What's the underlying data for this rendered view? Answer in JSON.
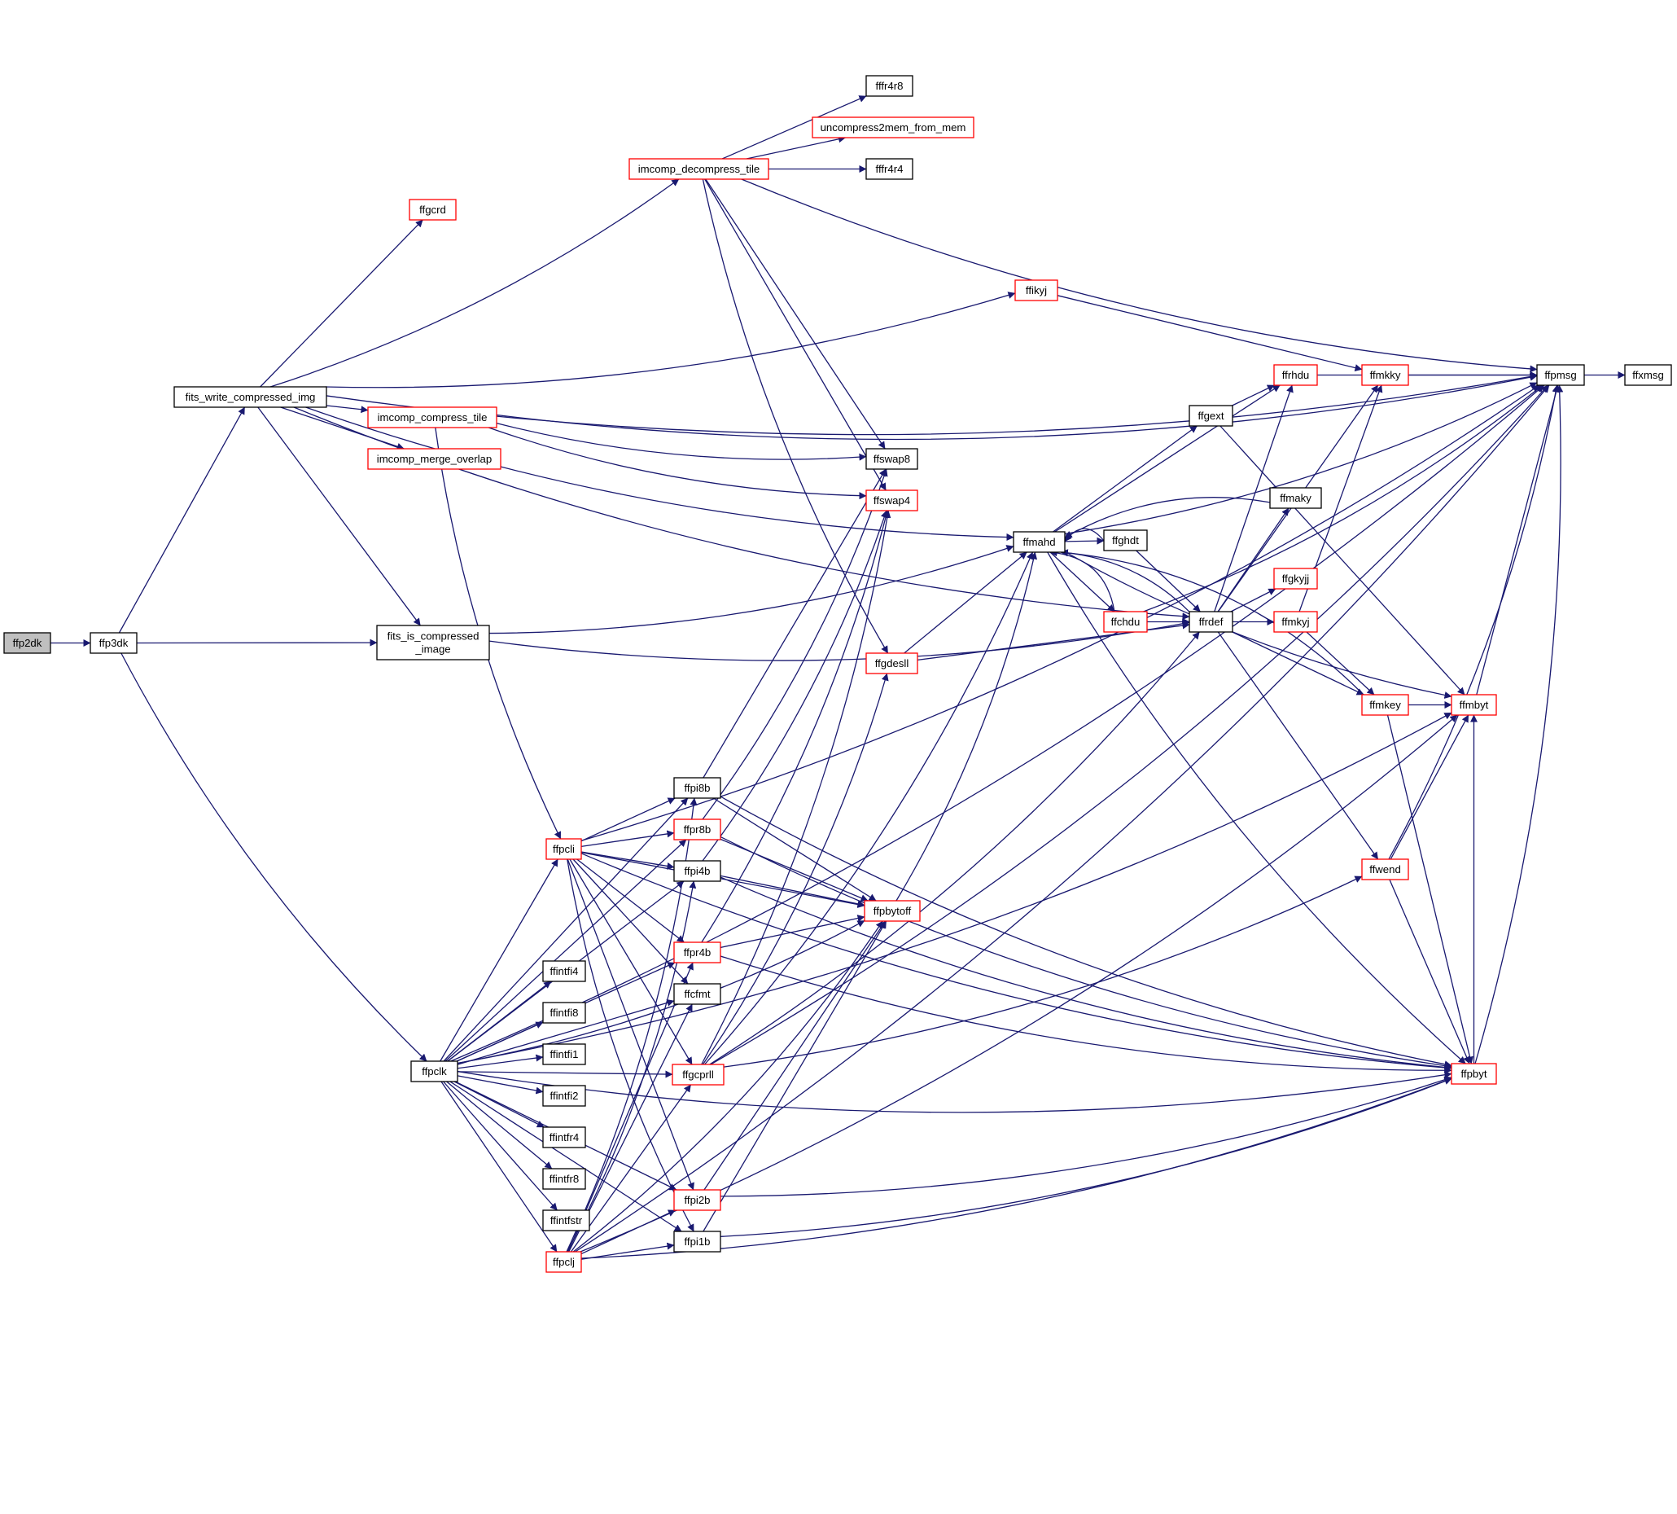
{
  "colors": {
    "edge": "#191970",
    "arrowhead": "#191970",
    "node_border_default": "#000000",
    "node_border_highlight": "#ff0000",
    "root_fill": "#bfbfbf",
    "node_fill": "#ffffff",
    "background": "#ffffff"
  },
  "nodes": [
    {
      "id": "ffp2dk",
      "label": "ffp2dk",
      "style": "root"
    },
    {
      "id": "ffp3dk",
      "label": "ffp3dk",
      "style": "plain"
    },
    {
      "id": "fits_write_compressed_img",
      "label": "fits_write_compressed_img",
      "style": "plain"
    },
    {
      "id": "fits_is_compressed_image",
      "label": "fits_is_compressed\n_image",
      "style": "plain"
    },
    {
      "id": "ffpclk",
      "label": "ffpclk",
      "style": "plain"
    },
    {
      "id": "ffgcrd",
      "label": "ffgcrd",
      "style": "red"
    },
    {
      "id": "imcomp_decompress_tile",
      "label": "imcomp_decompress_tile",
      "style": "red"
    },
    {
      "id": "fffr4r8",
      "label": "fffr4r8",
      "style": "plain"
    },
    {
      "id": "uncompress2mem_from_mem",
      "label": "uncompress2mem_from_mem",
      "style": "red"
    },
    {
      "id": "fffr4r4",
      "label": "fffr4r4",
      "style": "plain"
    },
    {
      "id": "ffikyj",
      "label": "ffikyj",
      "style": "red"
    },
    {
      "id": "imcomp_compress_tile",
      "label": "imcomp_compress_tile",
      "style": "red"
    },
    {
      "id": "imcomp_merge_overlap",
      "label": "imcomp_merge_overlap",
      "style": "red"
    },
    {
      "id": "ffswap8",
      "label": "ffswap8",
      "style": "plain"
    },
    {
      "id": "ffswap4",
      "label": "ffswap4",
      "style": "red"
    },
    {
      "id": "ffmahd",
      "label": "ffmahd",
      "style": "plain"
    },
    {
      "id": "ffgdesll",
      "label": "ffgdesll",
      "style": "red"
    },
    {
      "id": "ffpcli",
      "label": "ffpcli",
      "style": "red"
    },
    {
      "id": "ffpi8b",
      "label": "ffpi8b",
      "style": "plain"
    },
    {
      "id": "ffpr8b",
      "label": "ffpr8b",
      "style": "red"
    },
    {
      "id": "ffpi4b",
      "label": "ffpi4b",
      "style": "plain"
    },
    {
      "id": "ffpbytoff",
      "label": "ffpbytoff",
      "style": "red"
    },
    {
      "id": "ffpr4b",
      "label": "ffpr4b",
      "style": "red"
    },
    {
      "id": "ffintfi4",
      "label": "ffintfi4",
      "style": "plain"
    },
    {
      "id": "ffcfmt",
      "label": "ffcfmt",
      "style": "plain"
    },
    {
      "id": "ffintfi8",
      "label": "ffintfi8",
      "style": "plain"
    },
    {
      "id": "ffintfi1",
      "label": "ffintfi1",
      "style": "plain"
    },
    {
      "id": "ffgcprll",
      "label": "ffgcprll",
      "style": "red"
    },
    {
      "id": "ffintfi2",
      "label": "ffintfi2",
      "style": "plain"
    },
    {
      "id": "ffintfr4",
      "label": "ffintfr4",
      "style": "plain"
    },
    {
      "id": "ffintfr8",
      "label": "ffintfr8",
      "style": "plain"
    },
    {
      "id": "ffintfstr",
      "label": "ffintfstr",
      "style": "plain"
    },
    {
      "id": "ffpi2b",
      "label": "ffpi2b",
      "style": "red"
    },
    {
      "id": "ffpclj",
      "label": "ffpclj",
      "style": "red"
    },
    {
      "id": "ffpi1b",
      "label": "ffpi1b",
      "style": "plain"
    },
    {
      "id": "ffghdt",
      "label": "ffghdt",
      "style": "plain"
    },
    {
      "id": "ffchdu",
      "label": "ffchdu",
      "style": "red"
    },
    {
      "id": "ffrdef",
      "label": "ffrdef",
      "style": "plain"
    },
    {
      "id": "ffgext",
      "label": "ffgext",
      "style": "plain"
    },
    {
      "id": "ffrhdu",
      "label": "ffrhdu",
      "style": "red"
    },
    {
      "id": "ffmaky",
      "label": "ffmaky",
      "style": "plain"
    },
    {
      "id": "ffgkyjj",
      "label": "ffgkyjj",
      "style": "red"
    },
    {
      "id": "ffmkyj",
      "label": "ffmkyj",
      "style": "red"
    },
    {
      "id": "ffmkky",
      "label": "ffmkky",
      "style": "red"
    },
    {
      "id": "ffmkey",
      "label": "ffmkey",
      "style": "red"
    },
    {
      "id": "ffmbyt",
      "label": "ffmbyt",
      "style": "red"
    },
    {
      "id": "ffwend",
      "label": "ffwend",
      "style": "red"
    },
    {
      "id": "ffpbyt",
      "label": "ffpbyt",
      "style": "red"
    },
    {
      "id": "ffpmsg",
      "label": "ffpmsg",
      "style": "plain"
    },
    {
      "id": "ffxmsg",
      "label": "ffxmsg",
      "style": "plain"
    }
  ],
  "edges": [
    [
      "ffp2dk",
      "ffp3dk"
    ],
    [
      "ffp3dk",
      "fits_write_compressed_img"
    ],
    [
      "ffp3dk",
      "fits_is_compressed_image"
    ],
    [
      "ffp3dk",
      "ffpclk"
    ],
    [
      "fits_write_compressed_img",
      "ffgcrd"
    ],
    [
      "fits_write_compressed_img",
      "imcomp_decompress_tile"
    ],
    [
      "fits_write_compressed_img",
      "ffpmsg"
    ],
    [
      "fits_write_compressed_img",
      "ffikyj"
    ],
    [
      "fits_write_compressed_img",
      "ffmahd"
    ],
    [
      "fits_write_compressed_img",
      "imcomp_compress_tile"
    ],
    [
      "fits_write_compressed_img",
      "imcomp_merge_overlap"
    ],
    [
      "fits_write_compressed_img",
      "fits_is_compressed_image"
    ],
    [
      "fits_write_compressed_img",
      "ffrdef"
    ],
    [
      "imcomp_decompress_tile",
      "fffr4r8"
    ],
    [
      "imcomp_decompress_tile",
      "uncompress2mem_from_mem"
    ],
    [
      "imcomp_decompress_tile",
      "fffr4r4"
    ],
    [
      "imcomp_decompress_tile",
      "ffpmsg"
    ],
    [
      "imcomp_decompress_tile",
      "ffswap8"
    ],
    [
      "imcomp_decompress_tile",
      "ffswap4"
    ],
    [
      "imcomp_decompress_tile",
      "ffgdesll"
    ],
    [
      "ffikyj",
      "ffmkky"
    ],
    [
      "imcomp_compress_tile",
      "ffpmsg"
    ],
    [
      "imcomp_compress_tile",
      "ffswap8"
    ],
    [
      "imcomp_compress_tile",
      "ffswap4"
    ],
    [
      "imcomp_compress_tile",
      "ffpcli"
    ],
    [
      "fits_is_compressed_image",
      "ffmahd"
    ],
    [
      "fits_is_compressed_image",
      "ffrdef"
    ],
    [
      "ffgdesll",
      "ffmahd"
    ],
    [
      "ffgdesll",
      "ffrdef"
    ],
    [
      "ffpclk",
      "ffpcli"
    ],
    [
      "ffpclk",
      "ffpi8b"
    ],
    [
      "ffpclk",
      "ffpr8b"
    ],
    [
      "ffpclk",
      "ffpi4b"
    ],
    [
      "ffpclk",
      "ffpbytoff"
    ],
    [
      "ffpclk",
      "ffpr4b"
    ],
    [
      "ffpclk",
      "ffcfmt"
    ],
    [
      "ffpclk",
      "ffintfi4"
    ],
    [
      "ffpclk",
      "ffintfi8"
    ],
    [
      "ffpclk",
      "ffintfi1"
    ],
    [
      "ffpclk",
      "ffintfi2"
    ],
    [
      "ffpclk",
      "ffintfr4"
    ],
    [
      "ffpclk",
      "ffintfr8"
    ],
    [
      "ffpclk",
      "ffintfstr"
    ],
    [
      "ffpclk",
      "ffpclj"
    ],
    [
      "ffpclk",
      "ffgcprll"
    ],
    [
      "ffpclk",
      "ffpi2b"
    ],
    [
      "ffpclk",
      "ffpi1b"
    ],
    [
      "ffpclk",
      "ffpbyt"
    ],
    [
      "ffpclk",
      "ffpmsg"
    ],
    [
      "ffpclk",
      "ffmbyt"
    ],
    [
      "ffpcli",
      "ffpmsg"
    ],
    [
      "ffpcli",
      "ffpi8b"
    ],
    [
      "ffpcli",
      "ffpr8b"
    ],
    [
      "ffpcli",
      "ffpi4b"
    ],
    [
      "ffpcli",
      "ffpbytoff"
    ],
    [
      "ffpcli",
      "ffpr4b"
    ],
    [
      "ffpcli",
      "ffcfmt"
    ],
    [
      "ffpcli",
      "ffgcprll"
    ],
    [
      "ffpcli",
      "ffpi2b"
    ],
    [
      "ffpcli",
      "ffpi1b"
    ],
    [
      "ffpcli",
      "ffpbyt"
    ],
    [
      "ffpclj",
      "ffpi8b"
    ],
    [
      "ffpclj",
      "ffpi4b"
    ],
    [
      "ffpclj",
      "ffpr4b"
    ],
    [
      "ffpclj",
      "ffcfmt"
    ],
    [
      "ffpclj",
      "ffgcprll"
    ],
    [
      "ffpclj",
      "ffpi2b"
    ],
    [
      "ffpclj",
      "ffpi1b"
    ],
    [
      "ffpclj",
      "ffpbytoff"
    ],
    [
      "ffpclj",
      "ffpbyt"
    ],
    [
      "ffpclj",
      "ffpmsg"
    ],
    [
      "ffpclj",
      "ffmbyt"
    ],
    [
      "ffpi8b",
      "ffswap8"
    ],
    [
      "ffpi8b",
      "ffpbytoff"
    ],
    [
      "ffpi8b",
      "ffpbyt"
    ],
    [
      "ffpr8b",
      "ffswap8"
    ],
    [
      "ffpr8b",
      "ffpbytoff"
    ],
    [
      "ffpr8b",
      "ffpbyt"
    ],
    [
      "ffpi4b",
      "ffswap4"
    ],
    [
      "ffpi4b",
      "ffpbytoff"
    ],
    [
      "ffpi4b",
      "ffpbyt"
    ],
    [
      "ffpr4b",
      "ffswap4"
    ],
    [
      "ffpr4b",
      "ffpbytoff"
    ],
    [
      "ffpr4b",
      "ffpbyt"
    ],
    [
      "ffpi2b",
      "ffpbytoff"
    ],
    [
      "ffpi2b",
      "ffpbyt"
    ],
    [
      "ffpi1b",
      "ffpbytoff"
    ],
    [
      "ffpi1b",
      "ffpbyt"
    ],
    [
      "ffgcprll",
      "ffgdesll"
    ],
    [
      "ffgcprll",
      "ffmahd"
    ],
    [
      "ffgcprll",
      "ffrdef"
    ],
    [
      "ffgcprll",
      "ffwend"
    ],
    [
      "ffgcprll",
      "ffpmsg"
    ],
    [
      "ffgcprll",
      "ffswap4"
    ],
    [
      "ffpbytoff",
      "ffmahd"
    ],
    [
      "ffmahd",
      "ffpmsg"
    ],
    [
      "ffmahd",
      "ffrhdu"
    ],
    [
      "ffmahd",
      "ffgext"
    ],
    [
      "ffmahd",
      "ffghdt"
    ],
    [
      "ffmahd",
      "ffchdu"
    ],
    [
      "ffmahd",
      "ffmbyt"
    ],
    [
      "ffmahd",
      "ffpbyt"
    ],
    [
      "ffghdt",
      "ffmahd"
    ],
    [
      "ffghdt",
      "ffrdef"
    ],
    [
      "ffchdu",
      "ffmahd"
    ],
    [
      "ffchdu",
      "ffrdef"
    ],
    [
      "ffchdu",
      "ffpmsg"
    ],
    [
      "ffmaky",
      "ffmahd"
    ],
    [
      "ffgext",
      "ffrhdu"
    ],
    [
      "ffgext",
      "ffmbyt"
    ],
    [
      "ffrdef",
      "ffmahd"
    ],
    [
      "ffrdef",
      "ffrhdu"
    ],
    [
      "ffrdef",
      "ffmaky"
    ],
    [
      "ffrdef",
      "ffgkyjj"
    ],
    [
      "ffrdef",
      "ffmkyj"
    ],
    [
      "ffrdef",
      "ffmkky"
    ],
    [
      "ffrdef",
      "ffmkey"
    ],
    [
      "ffrdef",
      "ffwend"
    ],
    [
      "ffmkyj",
      "ffmkky"
    ],
    [
      "ffmkyj",
      "ffmkey"
    ],
    [
      "ffrhdu",
      "ffpmsg"
    ],
    [
      "ffmkky",
      "ffpmsg"
    ],
    [
      "ffmkey",
      "ffmahd"
    ],
    [
      "ffmkey",
      "ffmbyt"
    ],
    [
      "ffmkey",
      "ffpbyt"
    ],
    [
      "ffwend",
      "ffmbyt"
    ],
    [
      "ffwend",
      "ffpbyt"
    ],
    [
      "ffwend",
      "ffpmsg"
    ],
    [
      "ffmbyt",
      "ffpmsg"
    ],
    [
      "ffpbyt",
      "ffmbyt"
    ],
    [
      "ffpbyt",
      "ffpmsg"
    ],
    [
      "ffpmsg",
      "ffxmsg"
    ]
  ]
}
